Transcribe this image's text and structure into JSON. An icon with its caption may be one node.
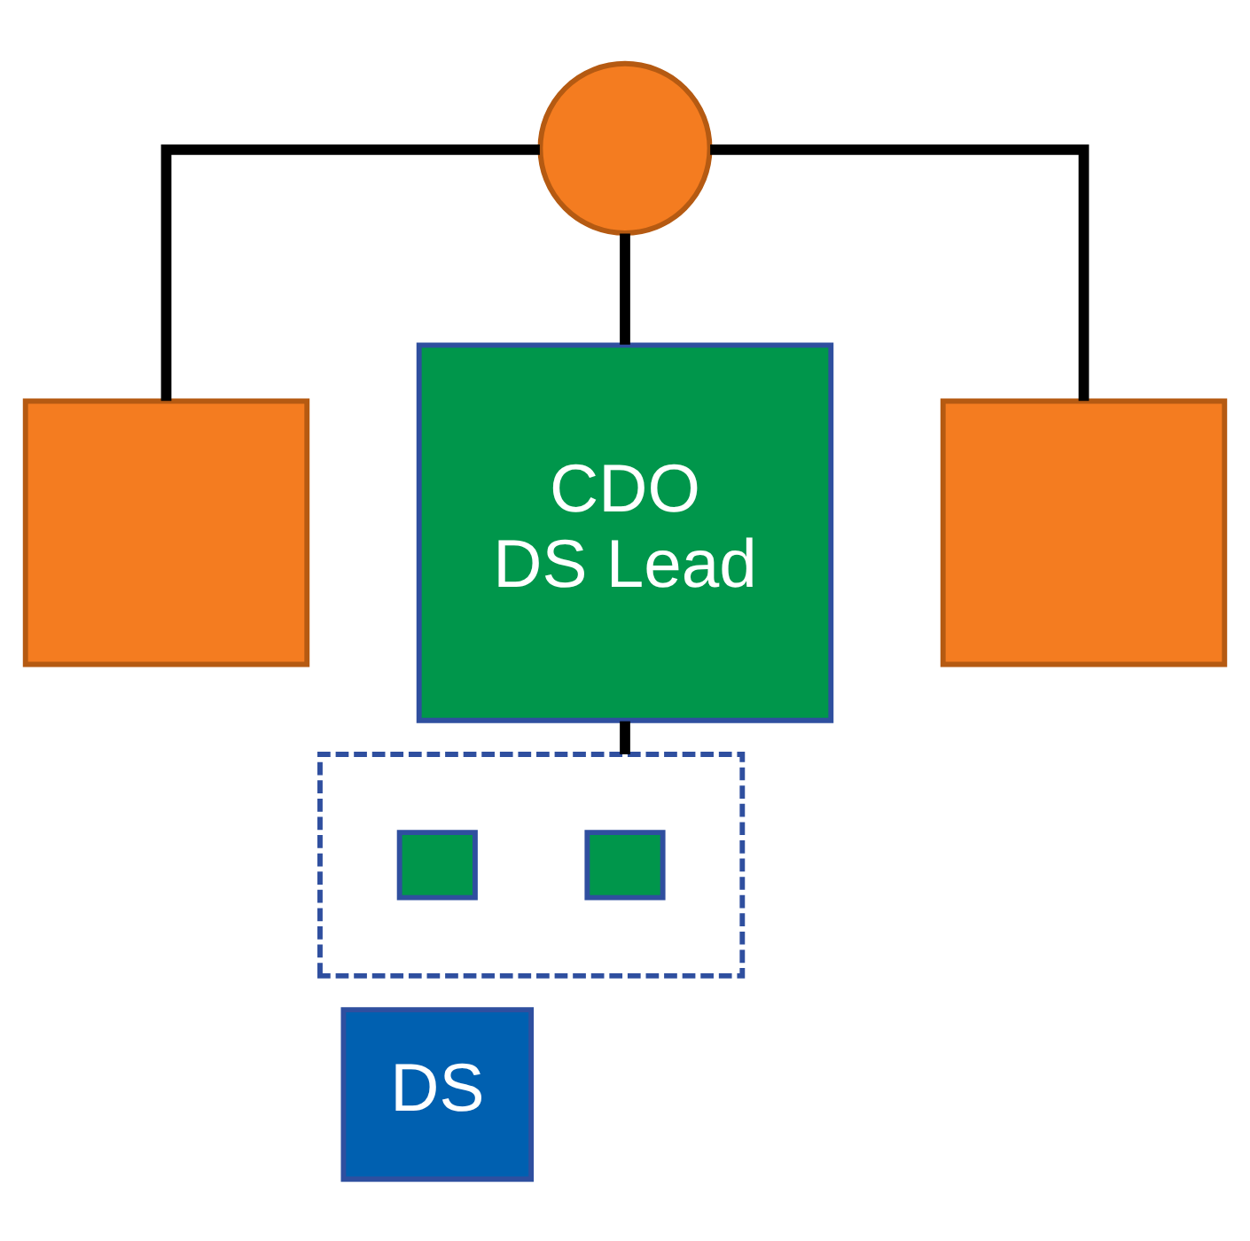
{
  "diagram": {
    "nodes": [
      {
        "text": [],
        "shape": "circle"
      },
      {
        "text": [],
        "shape": "box"
      },
      {
        "text": [
          "CDO",
          "DS Lead"
        ]
      },
      {
        "text": [],
        "shape": "box"
      },
      {
        "text": [],
        "shape": "box"
      },
      {
        "text": [],
        "shape": "box",
        "in": 4
      },
      {
        "text": [],
        "shape": "box",
        "in": 4
      },
      {
        "text": [
          "DS"
        ]
      }
    ],
    "edges": [
      {
        "from": 0,
        "to": 1,
        "arrow": "none"
      },
      {
        "from": 0,
        "to": 2,
        "arrow": "none"
      },
      {
        "from": 0,
        "to": 3,
        "arrow": "none"
      },
      {
        "from": 2,
        "to": 4,
        "arrow": "none"
      }
    ]
  }
}
